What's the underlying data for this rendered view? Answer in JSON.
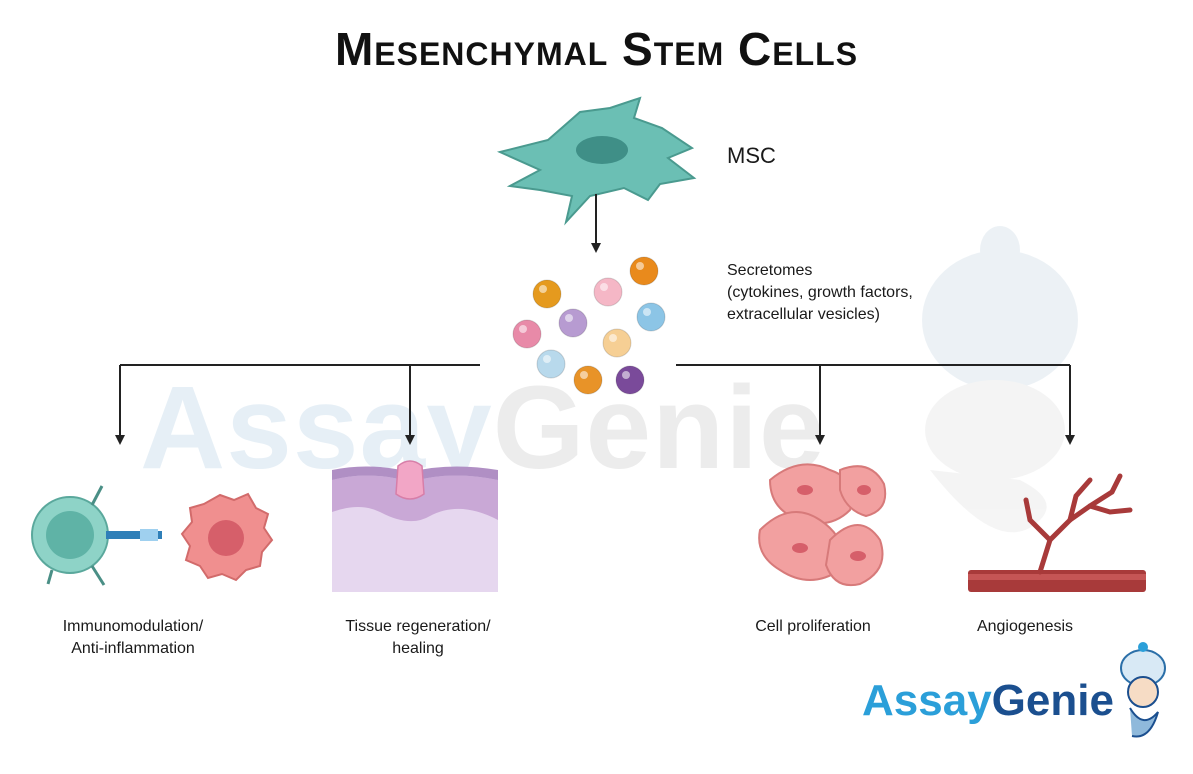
{
  "title": "Mesenchymal Stem Cells",
  "msc_label": "MSC",
  "secretome": {
    "line1": "Secretomes",
    "line2": "(cytokines, growth factors,",
    "line3": "extracellular vesicles)"
  },
  "outcomes": [
    {
      "line1": "Immunomodulation/",
      "line2": "Anti-inflammation"
    },
    {
      "line1": "Tissue regeneration/",
      "line2": "healing"
    },
    {
      "line1": "Cell proliferation",
      "line2": ""
    },
    {
      "line1": "Angiogenesis",
      "line2": ""
    }
  ],
  "watermark": {
    "part1": "Assay",
    "part2": "Genie"
  },
  "logo": {
    "part1": "Assay",
    "part2": "Genie"
  },
  "colors": {
    "msc_cell": "#6bbfb4",
    "msc_outline": "#4a9a8f",
    "arrow": "#222222",
    "vessel": "#a83a3a",
    "tissue_top": "#c9a8d6",
    "tissue_bottom": "#e6d7ef",
    "proliferation": "#f2a0a0",
    "immune_cell": "#8ed3c7",
    "target_cell": "#f08f8f",
    "logo_light": "#2b9fd9",
    "logo_dark": "#1b4f8f"
  },
  "secretome_particles": [
    "#e59a1e",
    "#f5b7c6",
    "#e98a1c",
    "#e88aa8",
    "#b79bd1",
    "#8cc5e6",
    "#f6cf94",
    "#b8d9ec",
    "#e89328",
    "#7a4a9a"
  ]
}
